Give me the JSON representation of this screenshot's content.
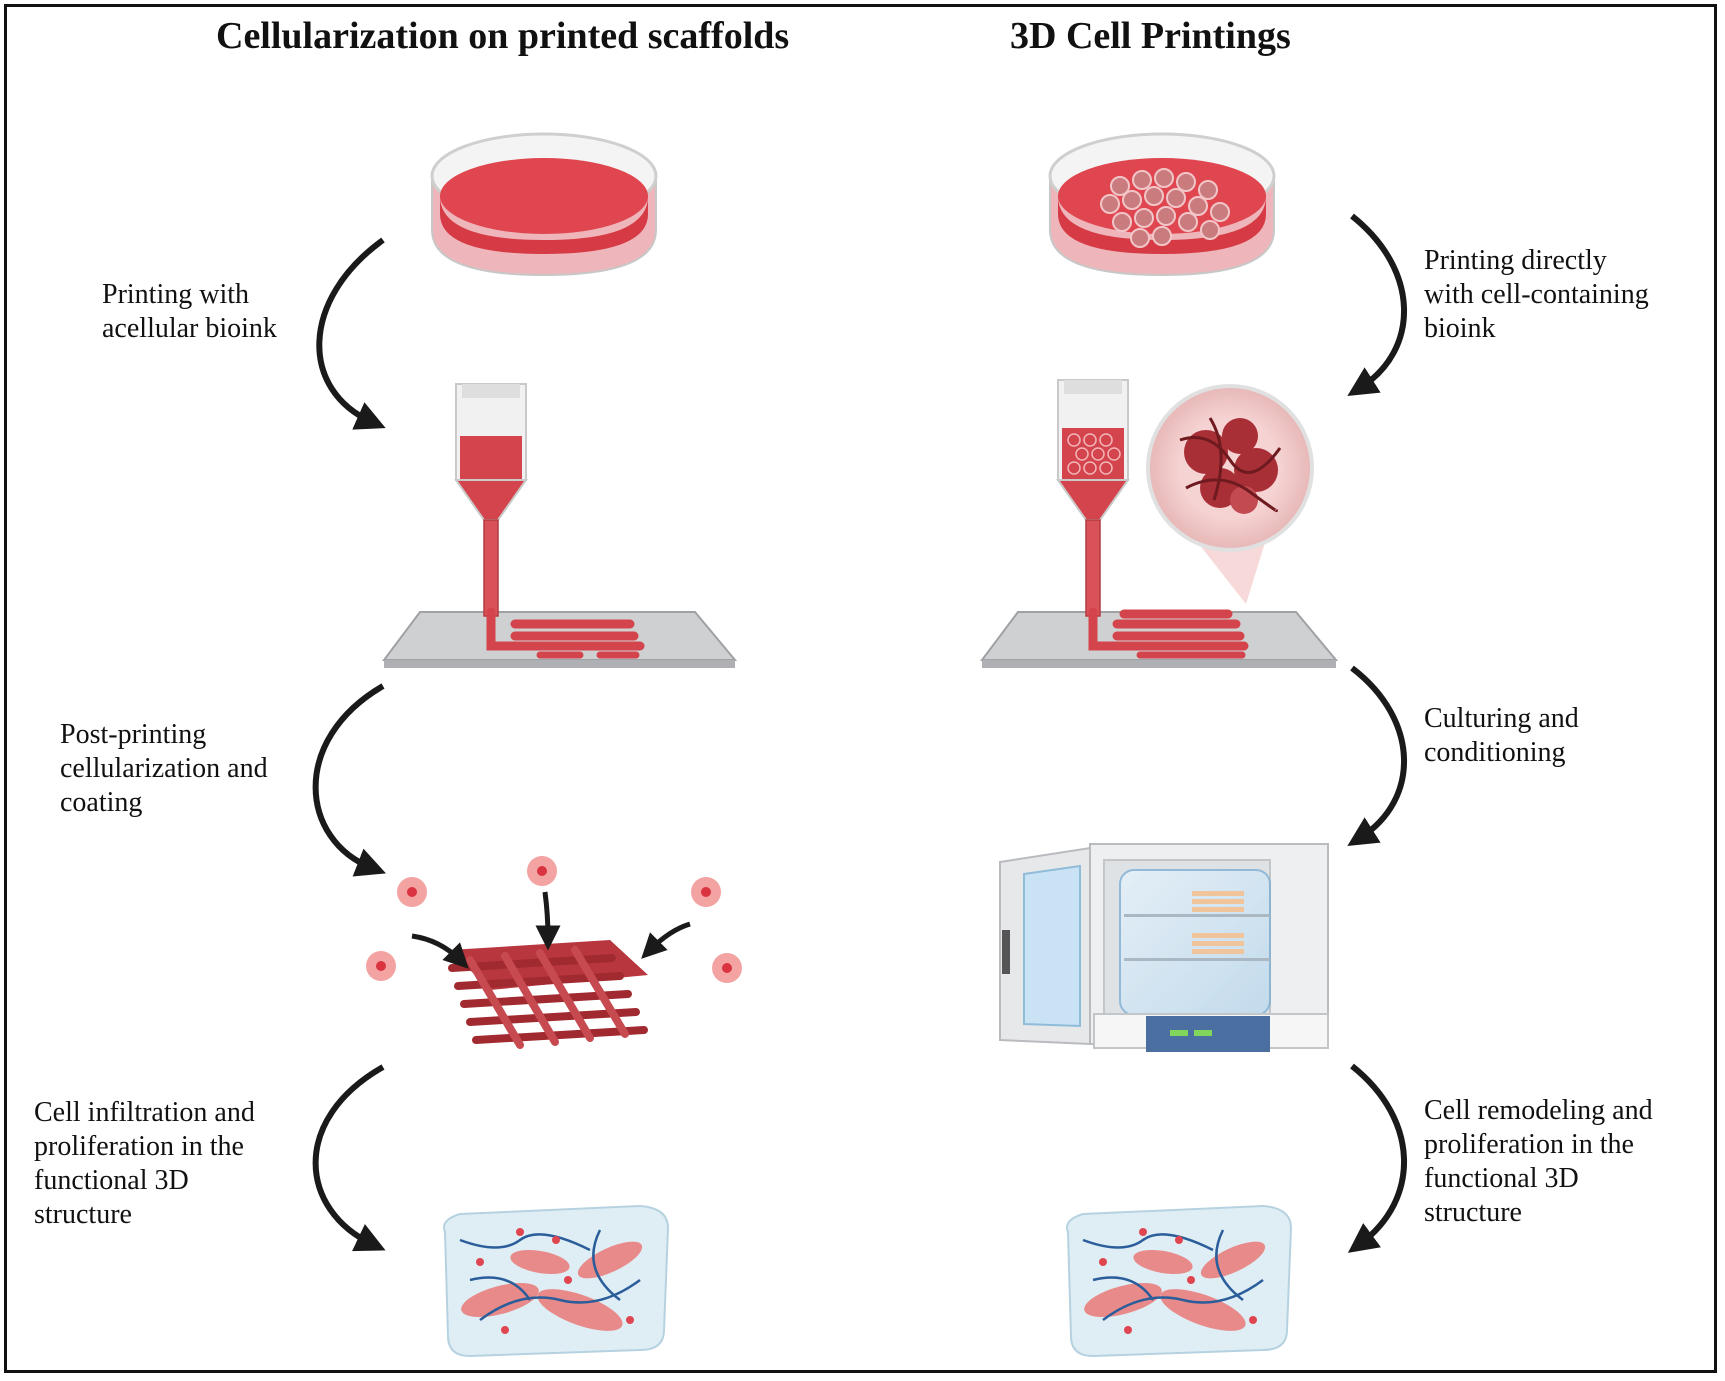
{
  "left_column": {
    "title": "Cellularization on printed scaffolds",
    "steps": [
      "Printing with\nacellular bioink",
      "Post-printing\ncellularization and\ncoating",
      "Cell infiltration and\nproliferation in the\nfunctional 3D\nstructure"
    ]
  },
  "right_column": {
    "title": "3D Cell Printings",
    "steps": [
      "Printing directly\nwith cell-containing\nbioink",
      "Culturing and\nconditioning",
      "Cell remodeling and\nproliferation in the\nfunctional 3D\nstructure"
    ]
  },
  "colors": {
    "bioink_red": "#e0464f",
    "bioink_dark": "#a12a30",
    "tissue_pink": "#e89090",
    "fiber_blue": "#2a5d9a",
    "plate_gray": "#cfd0d2",
    "arrow": "#1a1a1a"
  }
}
